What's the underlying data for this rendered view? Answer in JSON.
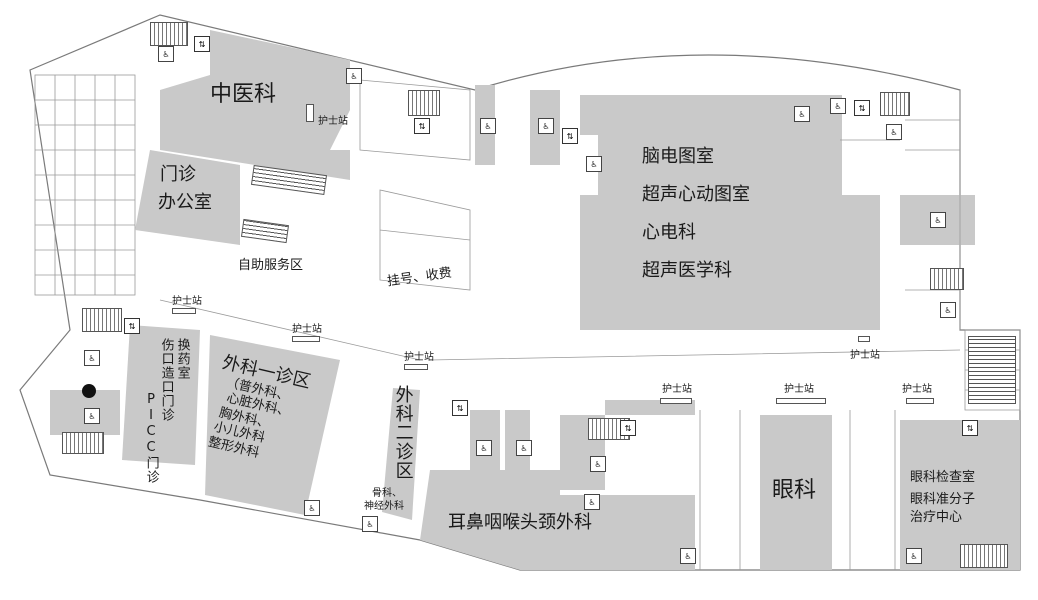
{
  "zones": {
    "tcm": "中医科",
    "outpatient_office_1": "门诊",
    "outpatient_office_2": "办公室",
    "self_service": "自助服务区",
    "registration": "挂号、收费",
    "imaging": [
      "脑电图室",
      "超声心动图室",
      "心电科",
      "超声医学科"
    ],
    "surgery_1": [
      "外科一诊区",
      "（普外科、",
      "心脏外科、",
      "胸外科、",
      "小儿外科",
      "整形外科"
    ],
    "surgery_2": "外科二诊区",
    "surgery_2_sub": [
      "骨科、",
      "神经外科"
    ],
    "dressing": "换药室",
    "wound_clinic": "伤口造口门诊",
    "picc": "PICC门诊",
    "ent": "耳鼻咽喉头颈外科",
    "ophthalmology": "眼科",
    "eye_exam": [
      "眼科检查室",
      "眼科准分子",
      "治疗中心"
    ]
  },
  "nurse_station": "护士站",
  "restroom_icon": "restroom-icon",
  "elevator_icon": "elevator-icon",
  "colors": {
    "zone": "#c9c9c9",
    "wall": "#7a7a7a",
    "text": "#1a1a1a"
  }
}
